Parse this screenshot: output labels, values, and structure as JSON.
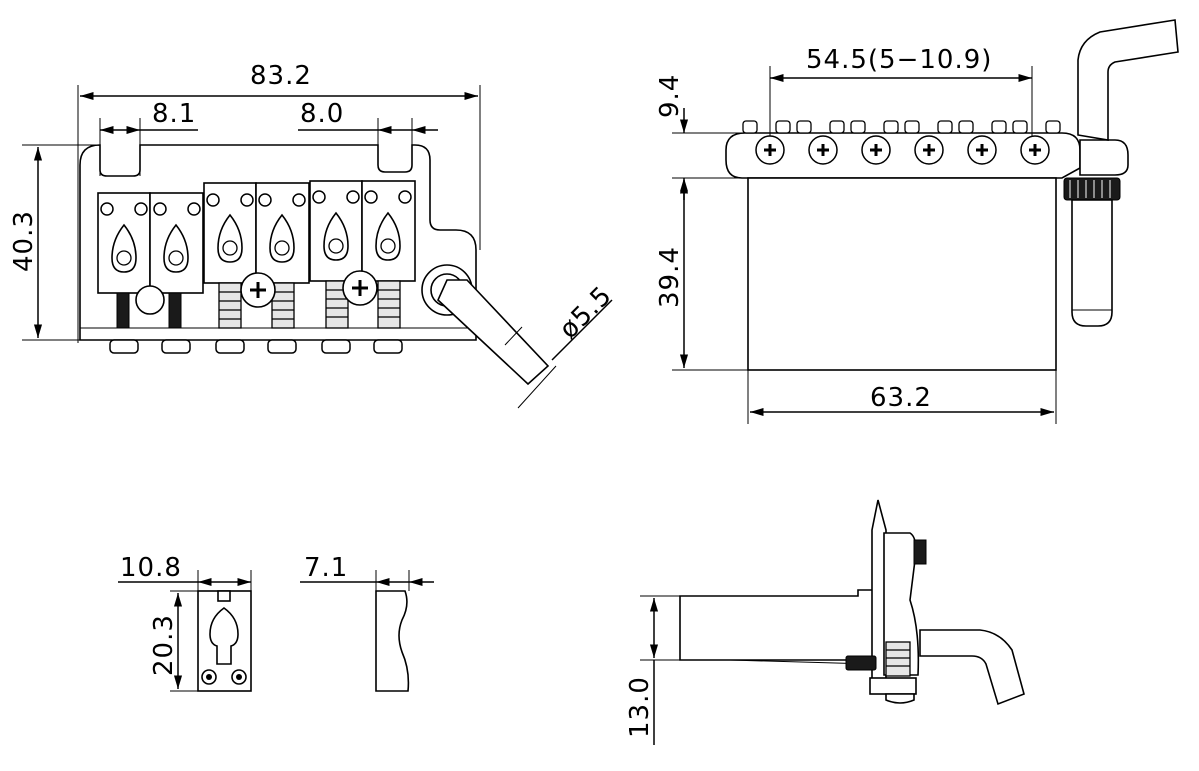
{
  "dimensions": {
    "front_width": "83.2",
    "front_left_slot": "8.1",
    "front_right_slot": "8.0",
    "front_height": "40.3",
    "arm_diameter": "ø5.5",
    "top_spacing": "54.5(5−10.9)",
    "top_plate_thickness": "9.4",
    "top_block_depth": "39.4",
    "top_block_width": "63.2",
    "saddle_width": "10.8",
    "saddle_side_width": "7.1",
    "saddle_height": "20.3",
    "side_block_height": "13.0"
  }
}
